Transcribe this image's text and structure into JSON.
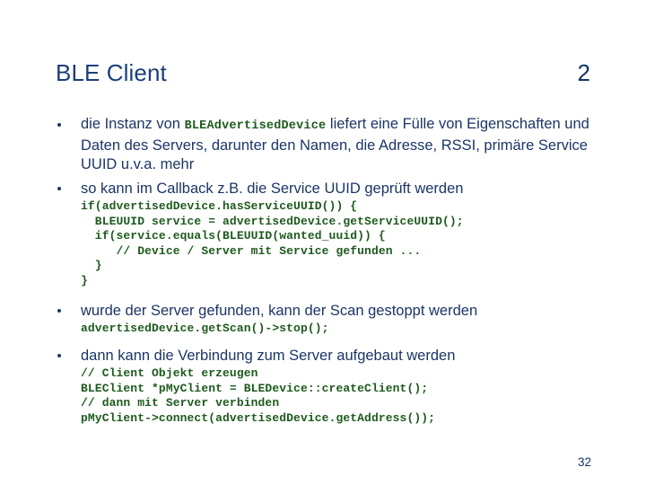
{
  "slide": {
    "title": "BLE Client",
    "header_number": "2",
    "page_number": "32",
    "colors": {
      "title": "#1c3f79",
      "body_text": "#1b3566",
      "code_text": "#1d5a1d",
      "background": "#ffffff"
    }
  },
  "content": {
    "bullet1": {
      "part1": "die Instanz von ",
      "mono": "BLEAdvertisedDevice",
      "part2": " liefert eine Fülle von Eigenschaften und Daten des Servers, darunter den Namen, die Adresse, RSSI, primäre Service UUID u.v.a. mehr"
    },
    "bullet2": {
      "text": "so kann im Callback z.B. die Service UUID geprüft werden",
      "code": "if(advertisedDevice.hasServiceUUID()) {\n  BLEUUID service = advertisedDevice.getServiceUUID();\n  if(service.equals(BLEUUID(wanted_uuid)) {\n     // Device / Server mit Service gefunden ...\n  }\n}"
    },
    "bullet3": {
      "text": "wurde der Server gefunden, kann der Scan gestoppt werden",
      "code": "advertisedDevice.getScan()->stop();"
    },
    "bullet4": {
      "text": "dann kann die Verbindung zum Server aufgebaut werden",
      "code": "// Client Objekt erzeugen\nBLEClient *pMyClient = BLEDevice::createClient();\n// dann mit Server verbinden\npMyClient->connect(advertisedDevice.getAddress());"
    }
  }
}
